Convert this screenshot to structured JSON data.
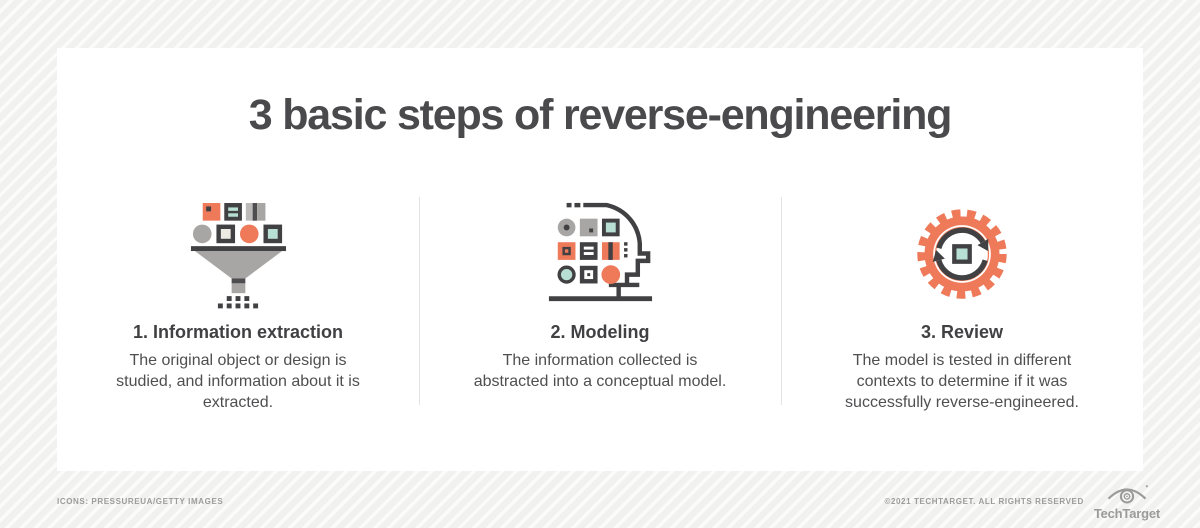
{
  "title": "3 basic steps of reverse-engineering",
  "steps": [
    {
      "icon": "funnel-extraction-icon",
      "title": "1. Information extraction",
      "description": "The original object or design is studied, and information about it is extracted."
    },
    {
      "icon": "head-profile-modeling-icon",
      "title": "2. Modeling",
      "description": "The information collected is abstracted into a conceptual model."
    },
    {
      "icon": "gear-cycle-review-icon",
      "title": "3. Review",
      "description": "The model is tested in different contexts to determine if it was successfully reverse-engineered."
    }
  ],
  "footer": {
    "icons_credit": "ICONS: PRESSUREUA/GETTY IMAGES",
    "copyright": "©2021 TECHTARGET. ALL RIGHTS RESERVED",
    "brand_name": "TechTarget"
  },
  "colors": {
    "accent_orange": "#EF7A5A",
    "icon_dark": "#414042",
    "icon_gray": "#A8A6A4",
    "icon_mint": "#B7DFD3",
    "icon_cream": "#EDEAE4",
    "heading_text": "#4A4A4C",
    "body_text": "#4F4F51",
    "footer_text": "#9B9B9B",
    "divider": "#E3E3E3",
    "card_background": "#FFFFFF"
  }
}
